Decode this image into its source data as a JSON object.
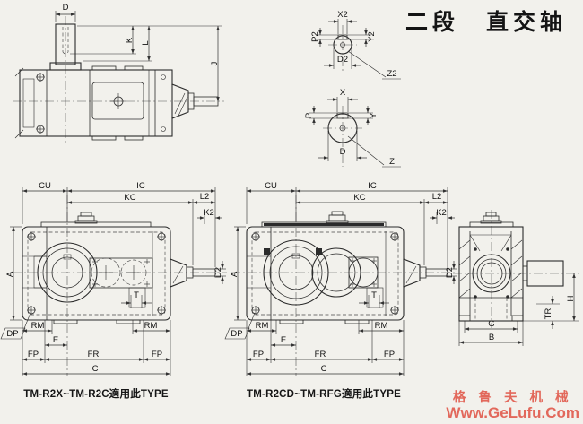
{
  "title": "二段　直交轴",
  "captions": {
    "front1": "TM-R2X~TM-R2C適用此TYPE",
    "front2": "TM-R2CD~TM-RFG適用此TYPE"
  },
  "watermark": {
    "brand": "格 鲁 夫 机 械",
    "site": "Www.GeLufu.Com",
    "color": "#e2685b"
  },
  "top_view": {
    "d": "D",
    "k": "K",
    "l": "L",
    "j": "J"
  },
  "section2": {
    "x2": "X2",
    "p2": "P2",
    "y2": "Y2",
    "d2": "D2",
    "z2": "Z2"
  },
  "section1": {
    "x": "X",
    "p": "P",
    "y": "Y",
    "d": "D",
    "z": "Z"
  },
  "front": {
    "cu": "CU",
    "ic": "IC",
    "kc": "KC",
    "l2": "L2",
    "k2": "K2",
    "a": "A",
    "dp": "DP",
    "rm": "RM",
    "e": "E",
    "fp": "FP",
    "fr": "FR",
    "c": "C",
    "t": "T",
    "d2": "D2"
  },
  "side": {
    "g": "G",
    "b": "B",
    "h": "H",
    "tr": "TR"
  }
}
